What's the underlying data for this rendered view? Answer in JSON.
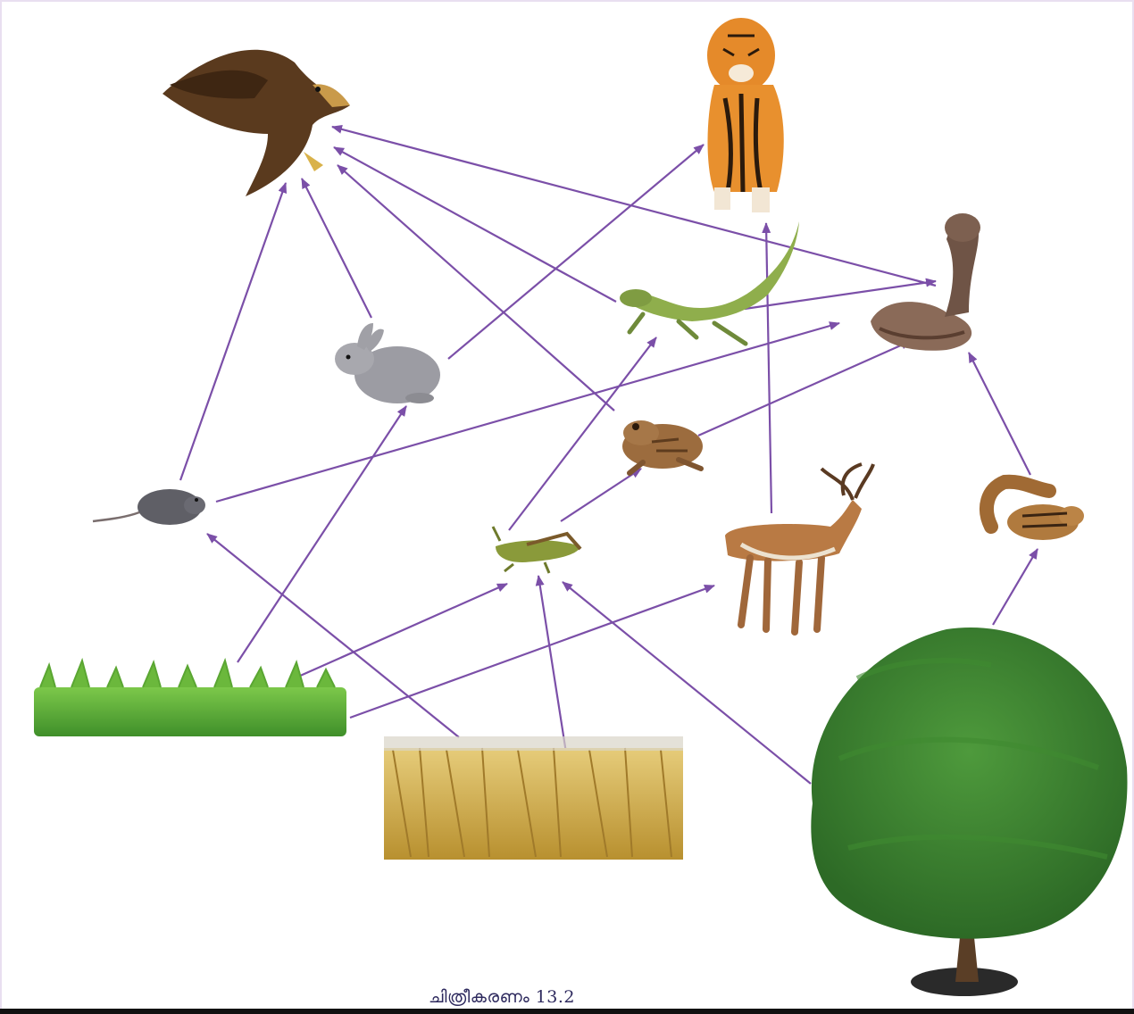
{
  "figure": {
    "caption": "ചിത്രീകരണം 13.2",
    "arrow_color": "#7b4fa8"
  },
  "organisms": [
    {
      "id": "eagle",
      "icon": "eagle-icon"
    },
    {
      "id": "tiger",
      "icon": "tiger-icon"
    },
    {
      "id": "cobra",
      "icon": "cobra-icon"
    },
    {
      "id": "lizard",
      "icon": "lizard-icon"
    },
    {
      "id": "rabbit",
      "icon": "rabbit-icon"
    },
    {
      "id": "frog",
      "icon": "frog-icon"
    },
    {
      "id": "rat",
      "icon": "rat-icon"
    },
    {
      "id": "grasshopper",
      "icon": "grasshopper-icon"
    },
    {
      "id": "deer",
      "icon": "deer-icon"
    },
    {
      "id": "squirrel",
      "icon": "squirrel-icon"
    },
    {
      "id": "grass",
      "icon": "grass-icon"
    },
    {
      "id": "paddy",
      "icon": "paddy-icon"
    },
    {
      "id": "tree",
      "icon": "tree-icon"
    }
  ],
  "feeding_links": [
    {
      "from": "rat",
      "to": "eagle"
    },
    {
      "from": "rabbit",
      "to": "eagle"
    },
    {
      "from": "frog",
      "to": "eagle"
    },
    {
      "from": "lizard",
      "to": "eagle"
    },
    {
      "from": "cobra",
      "to": "eagle"
    },
    {
      "from": "rabbit",
      "to": "tiger"
    },
    {
      "from": "deer",
      "to": "tiger"
    },
    {
      "from": "lizard",
      "to": "cobra"
    },
    {
      "from": "rat",
      "to": "cobra"
    },
    {
      "from": "frog",
      "to": "cobra"
    },
    {
      "from": "squirrel",
      "to": "cobra"
    },
    {
      "from": "grasshopper",
      "to": "lizard"
    },
    {
      "from": "grasshopper",
      "to": "frog"
    },
    {
      "from": "grass",
      "to": "rabbit"
    },
    {
      "from": "grass",
      "to": "grasshopper"
    },
    {
      "from": "grass",
      "to": "deer"
    },
    {
      "from": "paddy",
      "to": "rat"
    },
    {
      "from": "paddy",
      "to": "grasshopper"
    },
    {
      "from": "tree",
      "to": "grasshopper"
    },
    {
      "from": "tree",
      "to": "squirrel"
    }
  ]
}
